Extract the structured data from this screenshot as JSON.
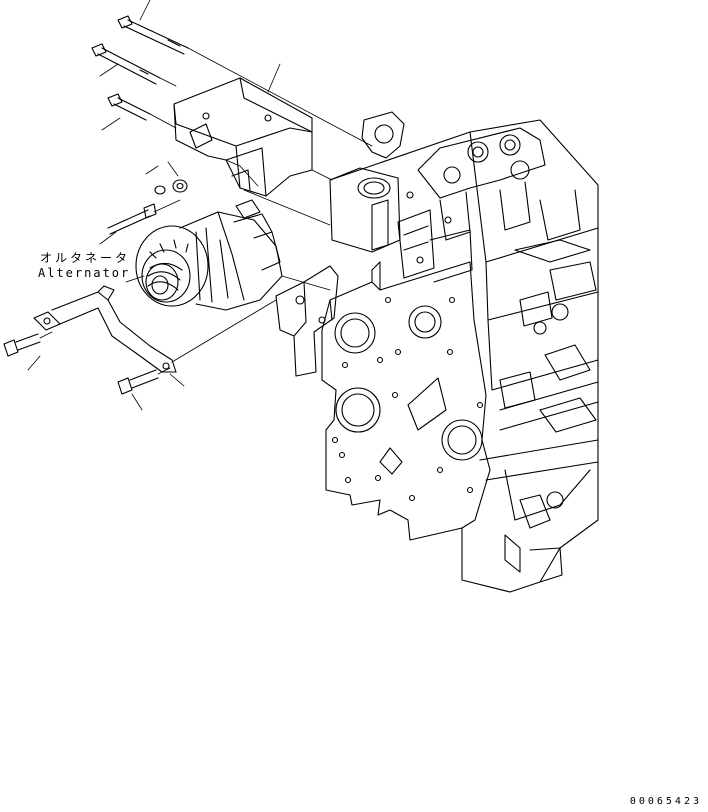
{
  "labels": {
    "part_name_jp": "オルタネータ",
    "part_name_en": "Alternator"
  },
  "drawing_number": "00065423",
  "colors": {
    "line": "#000000",
    "background": "#ffffff"
  }
}
